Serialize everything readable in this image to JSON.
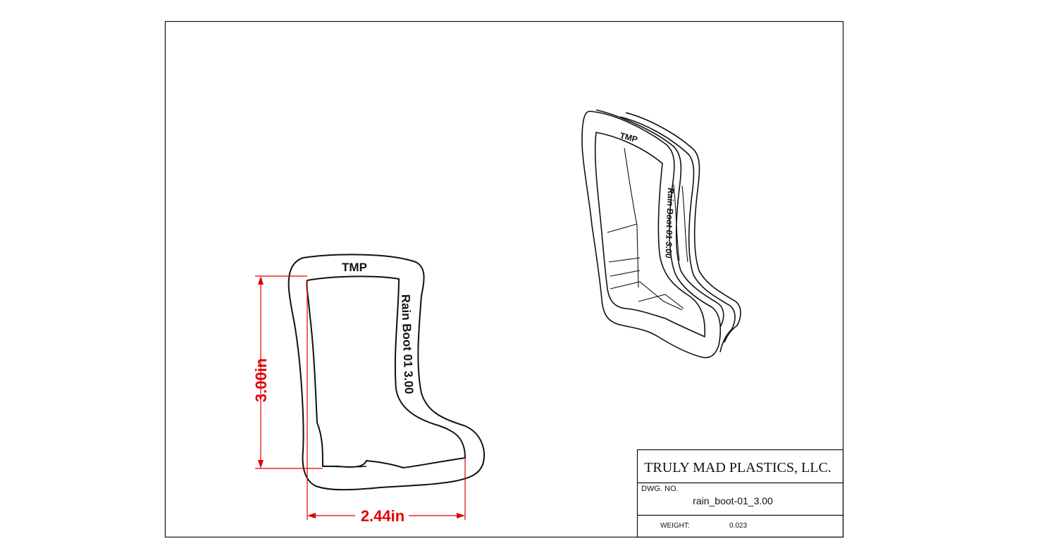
{
  "drawing": {
    "emboss_top": "TMP",
    "emboss_side": "Rain Boot 01  3.00"
  },
  "dimensions": {
    "height": "3.00in",
    "width": "2.44in"
  },
  "title_block": {
    "company": "TRULY MAD PLASTICS, LLC.",
    "dwg_no_label": "DWG. NO.",
    "dwg_no_value": "rain_boot-01_3.00",
    "weight_label": "WEIGHT:",
    "weight_value": "0.023"
  },
  "colors": {
    "dimension": "#e00000",
    "line": "#111111"
  }
}
